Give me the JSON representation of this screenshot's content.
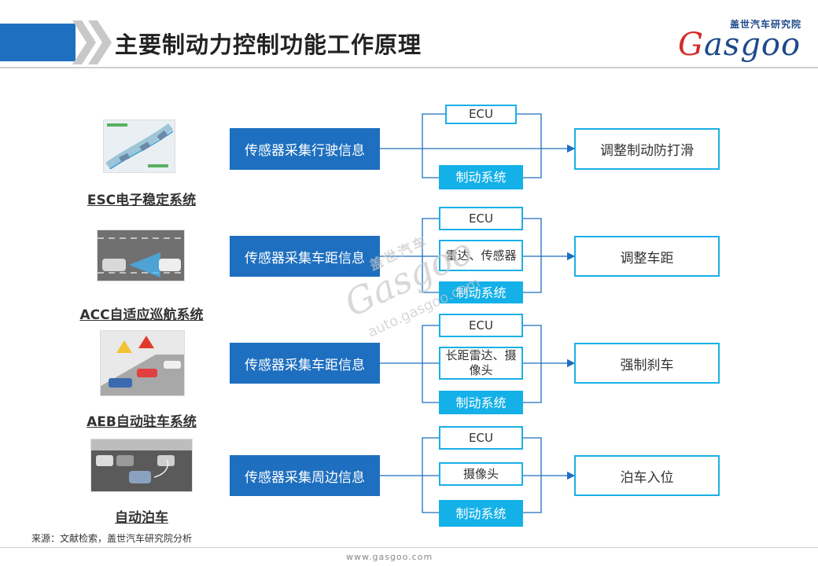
{
  "header": {
    "title": "主要制动力控制功能工作原理",
    "logo_small": "盖世汽车研究院",
    "logo_main": "Gasgoo",
    "band_color": "#1e6fbf",
    "chevron_color": "#c8c8c8"
  },
  "rows": [
    {
      "system": "ESC电子稳定系统",
      "sensor": "传感器采集行驶信息",
      "middle": [
        "ECU"
      ],
      "brake": "制动系统",
      "result": "调整制动防打滑"
    },
    {
      "system": "ACC自适应巡航系统",
      "sensor": "传感器采集车距信息",
      "middle": [
        "ECU",
        "雷达、传感器"
      ],
      "brake": "制动系统",
      "result": "调整车距"
    },
    {
      "system": "AEB自动驻车系统",
      "sensor": "传感器采集车距信息",
      "middle": [
        "ECU",
        "长距雷达、摄像头"
      ],
      "brake": "制动系统",
      "result": "强制刹车"
    },
    {
      "system": "自动泊车",
      "sensor": "传感器采集周边信息",
      "middle": [
        "ECU",
        "摄像头"
      ],
      "brake": "制动系统",
      "result": "泊车入位"
    }
  ],
  "footer": {
    "source": "来源：文献检索，盖世汽车研究院分析",
    "url": "www.gasgoo.com"
  },
  "watermark": {
    "small": "盖世汽车",
    "main": "Gasgoo",
    "url": "auto.gasgoo.com"
  },
  "colors": {
    "primary": "#1e6fbf",
    "accent": "#14b0e8",
    "border": "#1ab0e6",
    "line": "#1e6fbf",
    "logo_red": "#d42a2a"
  }
}
